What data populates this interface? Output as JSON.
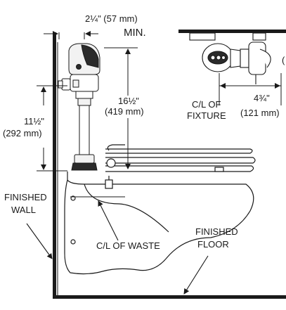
{
  "dims": {
    "flush_clearance": "2¼\" (57 mm)",
    "min_label": "MIN.",
    "height_in": "16½\"",
    "height_mm": "(419 mm)",
    "spud_in": "11½\"",
    "spud_mm": "(292 mm)",
    "offset_in": "4¾\"",
    "offset_mm": "(121 mm)",
    "cut_paren": "("
  },
  "labels": {
    "cl_fixture_1": "C/L OF",
    "cl_fixture_2": "FIXTURE",
    "finished_wall_1": "FINISHED",
    "finished_wall_2": "WALL",
    "cl_waste": "C/L OF WASTE",
    "finished_floor_1": "FINISHED",
    "finished_floor_2": "FLOOR"
  },
  "colors": {
    "ink": "#1a1a1a",
    "valve_dark": "#2b2b2b",
    "fill_light": "#f2f2f2"
  }
}
